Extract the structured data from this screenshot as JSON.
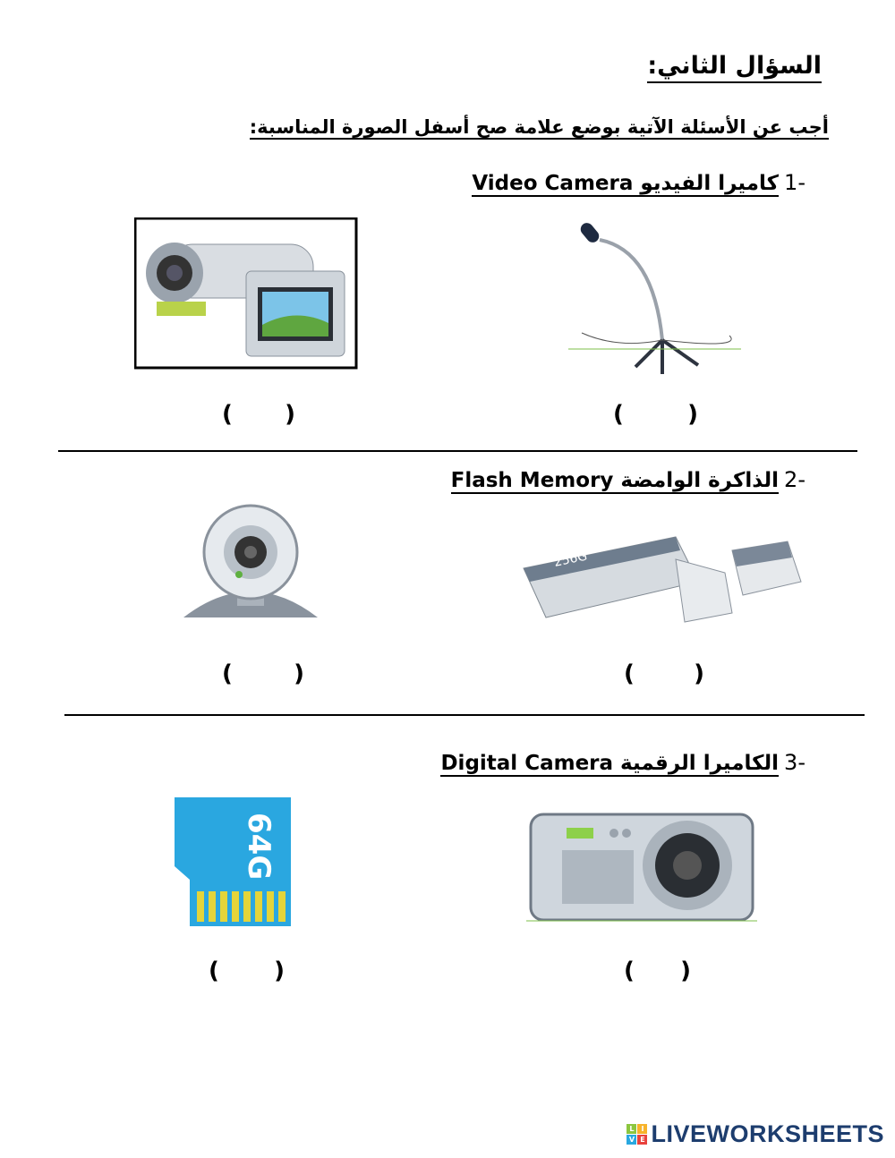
{
  "header": {
    "title": "السؤال الثاني:",
    "instruction": "أجب عن الأسئلة الآتية بوضع علامة صح أسفل الصورة المناسبة:"
  },
  "questions": [
    {
      "number": "-1",
      "label": "كاميرا الفيديو Video Camera",
      "answers": [
        "(",
        ")",
        "(",
        ")"
      ]
    },
    {
      "number": "-2",
      "label": "الذاكرة الوامضة Flash Memory"
    },
    {
      "number": "-3",
      "label": "الكاميرا الرقمية Digital Camera"
    }
  ],
  "images": {
    "flash_capacity": "256G",
    "sd_capacity": "64G"
  },
  "paren": {
    "open": "(",
    "close": ")"
  },
  "logo": {
    "text": "LIVEWORKSHEETS",
    "letters": [
      "L",
      "I",
      "V",
      "E"
    ]
  },
  "colors": {
    "logo_blue": "#1d3d6e",
    "sd_blue": "#2aa7e0"
  }
}
